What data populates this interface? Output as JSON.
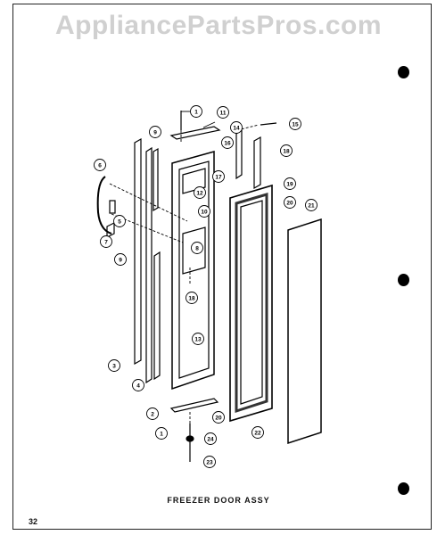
{
  "watermark": "AppliancePartsPros.com",
  "caption": "FREEZER DOOR ASSY",
  "page_number": "32",
  "callouts": [
    "1",
    "11",
    "9",
    "14",
    "15",
    "16",
    "18",
    "17",
    "12",
    "10",
    "19",
    "20",
    "21",
    "6",
    "5",
    "7",
    "8",
    "9",
    "18",
    "13",
    "3",
    "4",
    "2",
    "20",
    "22",
    "1",
    "24",
    "23"
  ]
}
